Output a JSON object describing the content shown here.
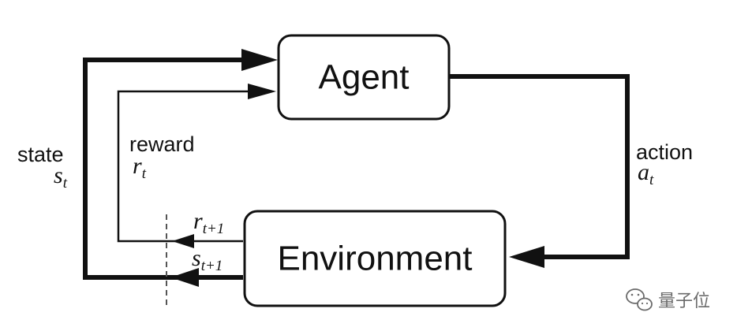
{
  "nodes": {
    "agent": {
      "label": "Agent"
    },
    "environment": {
      "label": "Environment"
    }
  },
  "edges": {
    "action": {
      "label": "action",
      "symbol": "a",
      "subscript": "t"
    },
    "state": {
      "label": "state",
      "symbol": "s",
      "subscript": "t"
    },
    "reward": {
      "label": "reward",
      "symbol": "r",
      "subscript": "t"
    },
    "next_reward": {
      "symbol": "r",
      "subscript": "t+1"
    },
    "next_state": {
      "symbol": "s",
      "subscript": "t+1"
    }
  },
  "watermark": {
    "text": "量子位",
    "icon": "wechat-icon"
  },
  "colors": {
    "stroke": "#111111",
    "background": "#ffffff",
    "dashed": "#555555",
    "watermark": "#6b6b6b"
  }
}
